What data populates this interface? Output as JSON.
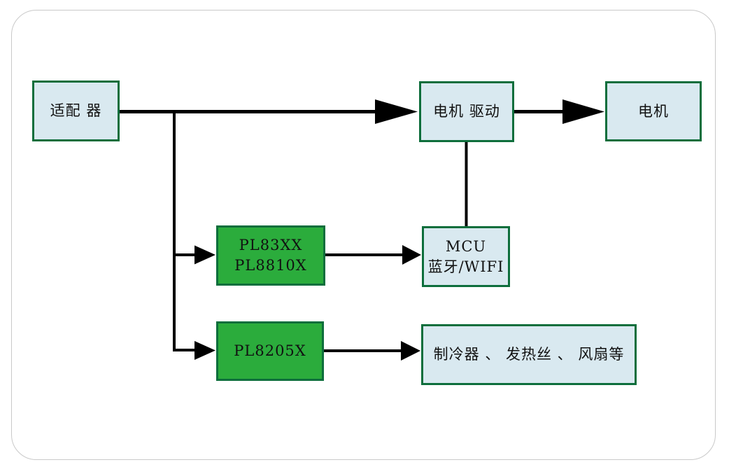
{
  "diagram": {
    "colors": {
      "box_border_green": "#0e6e3c",
      "blue_box_fill": "#d9e9f0",
      "green_box_fill": "#2bac3c",
      "connector_black": "#000000",
      "frame_border_gray": "#c9c9c9",
      "text_color": "#111111",
      "background": "#ffffff"
    },
    "nodes": {
      "adapter": {
        "label": "适配 器"
      },
      "motor_drive": {
        "label": "电机 驱动"
      },
      "motor": {
        "label": "电机"
      },
      "pl83xx": {
        "line1": "PL83XX",
        "line2": "PL8810X"
      },
      "mcu": {
        "line1": "MCU",
        "line2": "蓝牙/WIFI"
      },
      "pl8205x": {
        "label": "PL8205X"
      },
      "loads": {
        "label": "制冷器 、 发热丝 、 风扇等"
      }
    },
    "edges": [
      {
        "from": "adapter",
        "to": "motor_drive",
        "arrow": true
      },
      {
        "from": "adapter",
        "to": "pl83xx",
        "arrow": true
      },
      {
        "from": "adapter",
        "to": "pl8205x",
        "arrow": true
      },
      {
        "from": "motor_drive",
        "to": "motor",
        "arrow": true
      },
      {
        "from": "motor_drive",
        "to": "mcu",
        "arrow": false
      },
      {
        "from": "pl83xx",
        "to": "mcu",
        "arrow": true
      },
      {
        "from": "pl8205x",
        "to": "loads",
        "arrow": true
      }
    ]
  }
}
